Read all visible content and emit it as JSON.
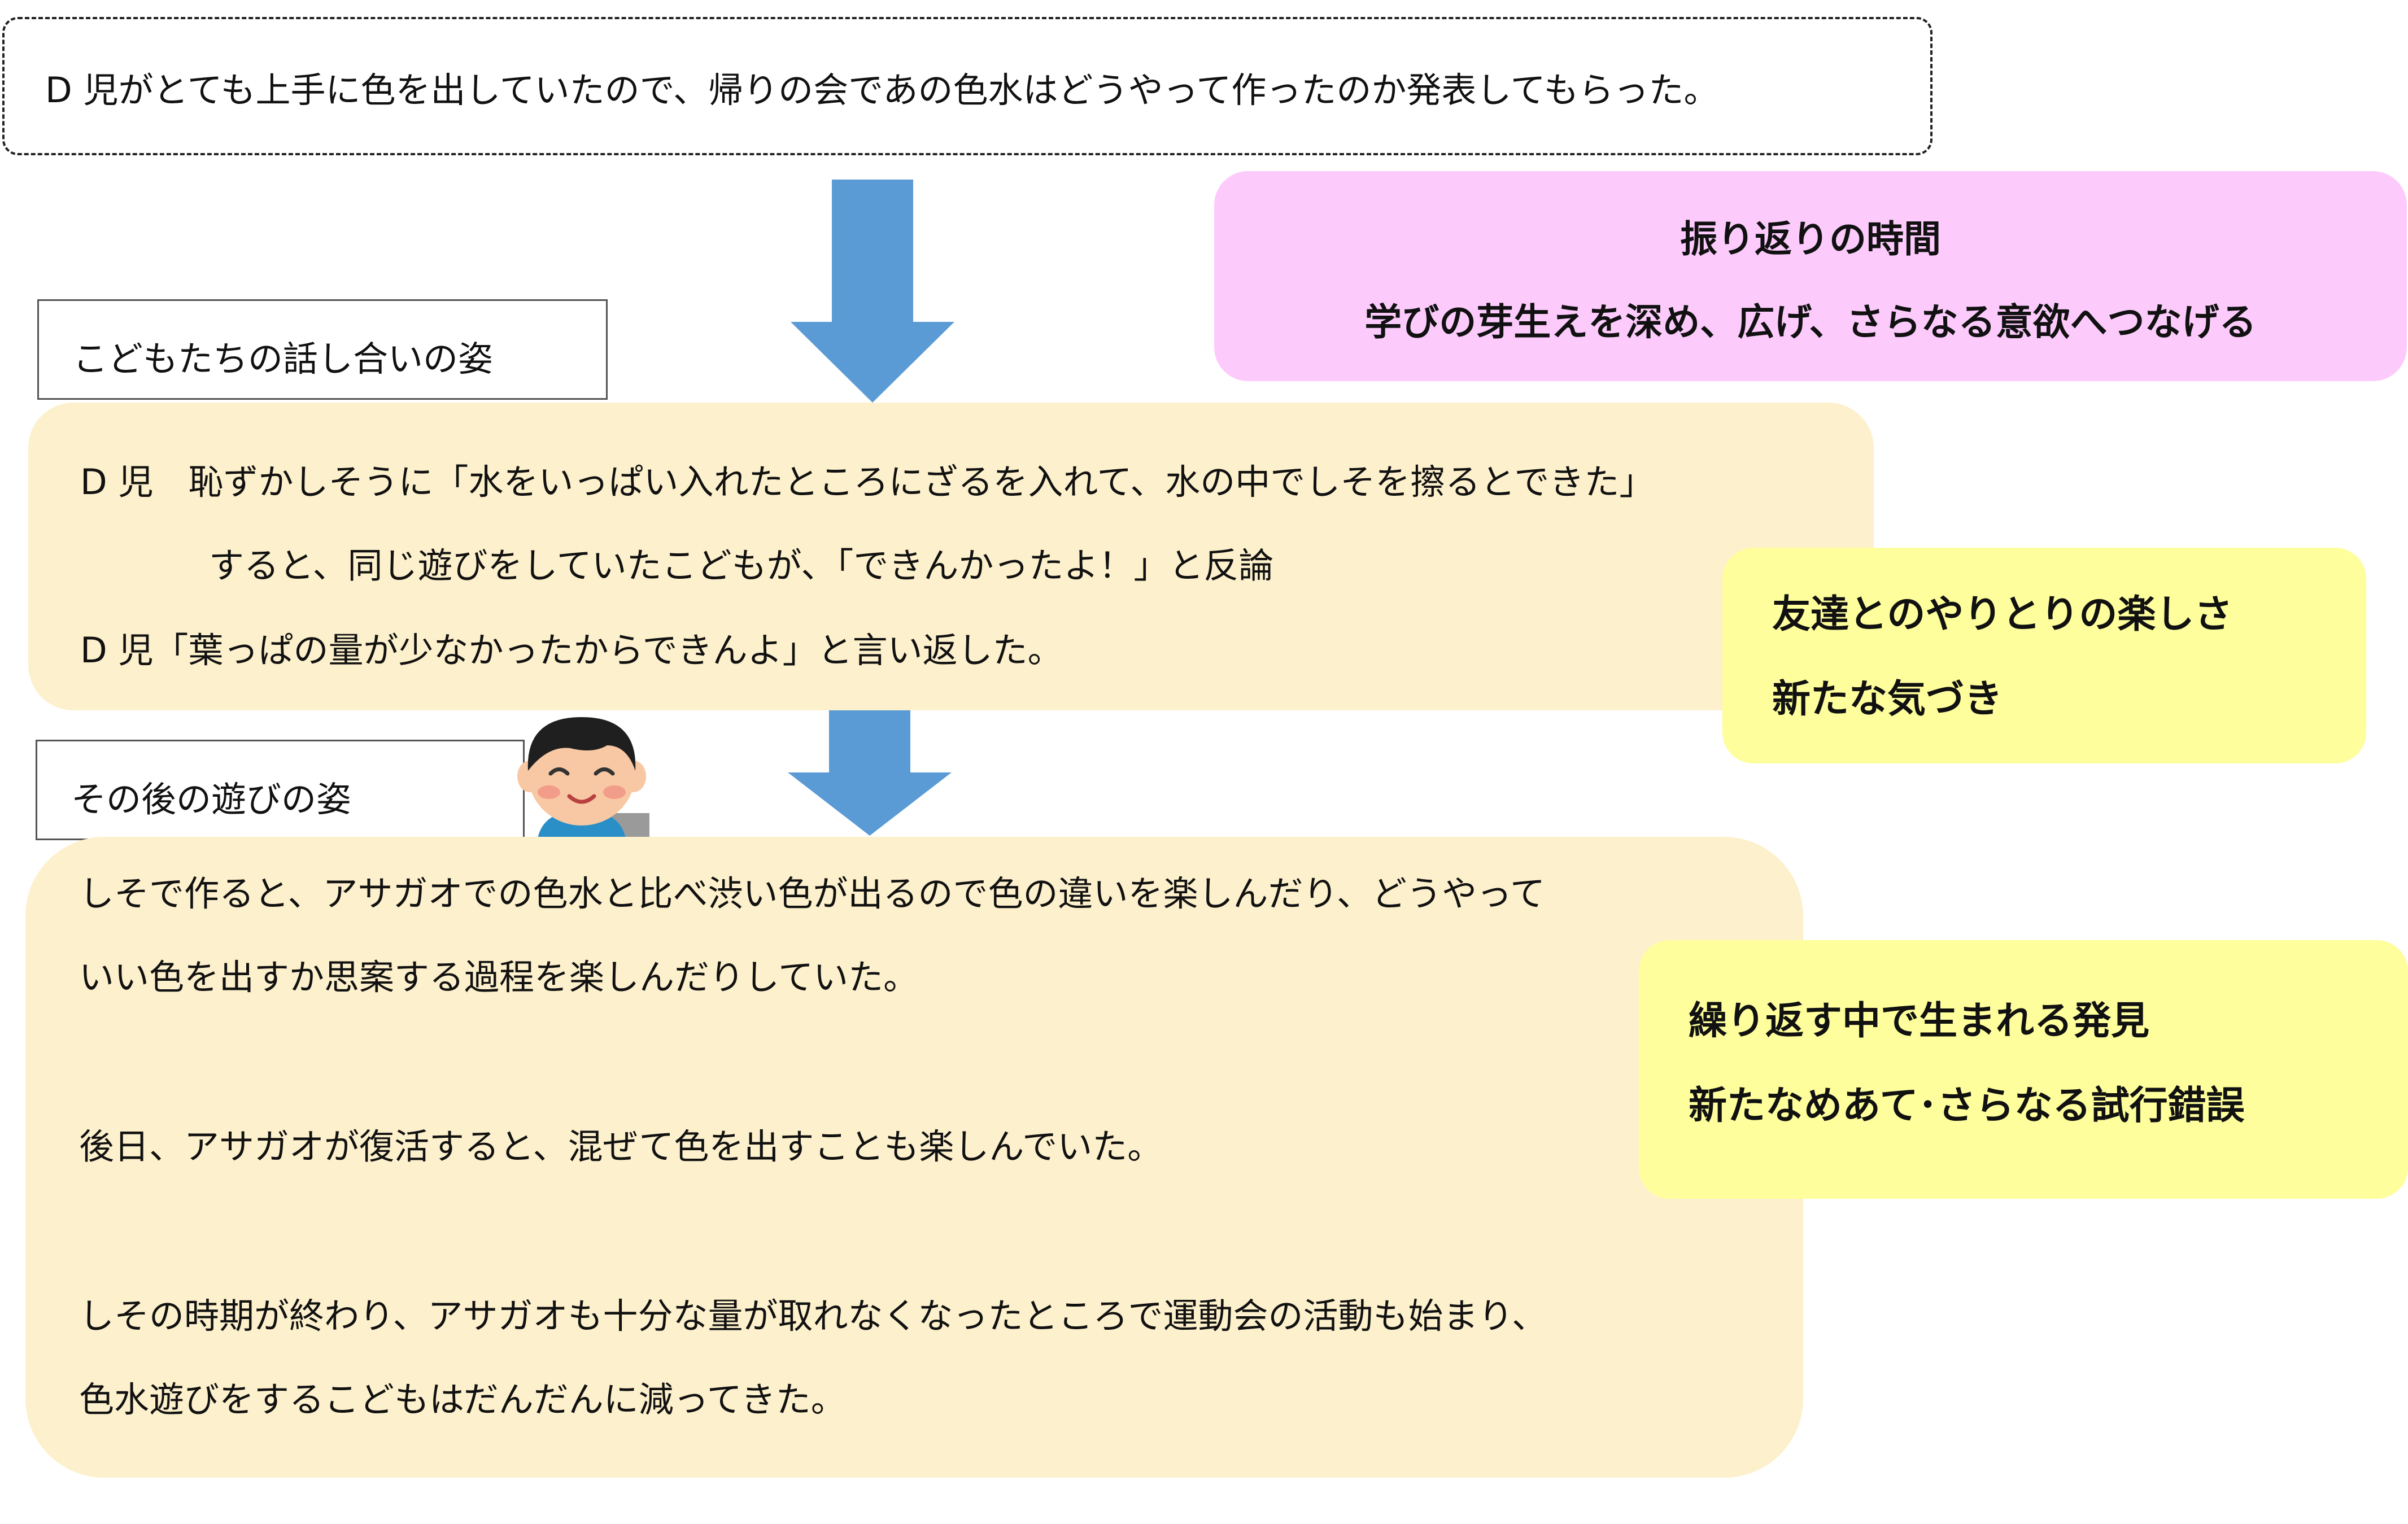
{
  "intro": {
    "text": "D 児がとても上手に色を出していたので、帰りの会であの色水はどうやって作ったのか発表してもらった。"
  },
  "reflection": {
    "title": "振り返りの時間",
    "subtitle": "学びの芽生えを深め、広げ、さらなる意欲へつなげる"
  },
  "discussion": {
    "label": "こどもたちの話し合いの姿",
    "lines": [
      "D 児　恥ずかしそうに「水をいっぱい入れたところにざるを入れて、水の中でしそを擦るとできた」",
      "すると、同じ遊びをしていたこどもが、「できんかったよ！」と反論",
      "D 児「葉っぱの量が少なかったからできんよ」と言い返した。"
    ]
  },
  "friends": {
    "line1": "友達とのやりとりの楽しさ",
    "line2": "新たな気づき"
  },
  "afterplay": {
    "label": "その後の遊びの姿",
    "lines": [
      "しそで作ると、アサガオでの色水と比べ渋い色が出るので色の違いを楽しんだり、どうやって",
      "いい色を出すか思案する過程を楽しんだりしていた。",
      "後日、アサガオが復活すると、混ぜて色を出すことも楽しんでいた。",
      "しその時期が終わり、アサガオも十分な量が取れなくなったところで運動会の活動も始まり、",
      "色水遊びをするこどもはだんだんに減ってきた。"
    ]
  },
  "discovery": {
    "line1": "繰り返す中で生まれる発見",
    "line2": "新たなめあて･さらなる試行錯誤"
  },
  "colors": {
    "arrow": "#5b9bd5",
    "reflection_bg": "#fccbfc",
    "content_bg": "#fdf0cc",
    "insight_bg": "#fefe9c"
  },
  "icons": {
    "avatar": "smiling-child-icon",
    "arrow": "down-arrow-icon"
  }
}
